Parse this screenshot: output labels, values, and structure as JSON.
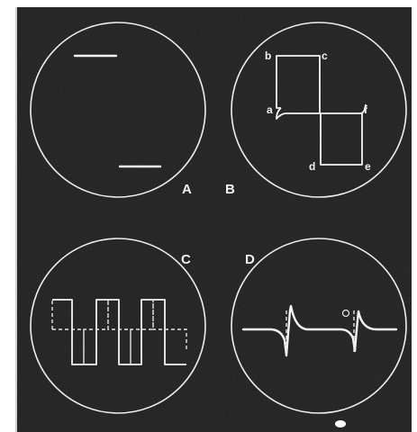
{
  "panels": {
    "a": {
      "label": "A"
    },
    "b": {
      "label": "B",
      "points": {
        "a": "a",
        "b": "b",
        "c": "c",
        "d": "d",
        "e": "e",
        "f": "f"
      }
    },
    "c": {
      "label": "C"
    },
    "d": {
      "label": "D"
    }
  }
}
